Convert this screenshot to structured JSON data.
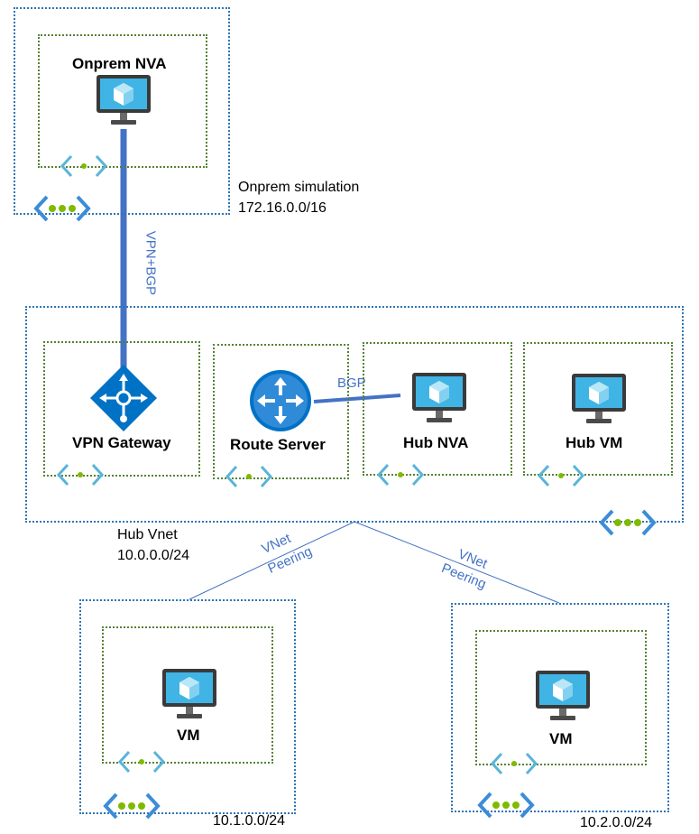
{
  "onprem": {
    "nva_label": "Onprem NVA",
    "name": "Onprem simulation",
    "cidr": "172.16.0.0/16"
  },
  "links": {
    "vpn": "VPN+BGP",
    "bgp": "BGP",
    "peering1_line1": "VNet",
    "peering1_line2": "Peering",
    "peering2_line1": "VNet",
    "peering2_line2": "Peering"
  },
  "hub": {
    "name": "Hub Vnet",
    "cidr": "10.0.0.0/24",
    "vpn_gateway": "VPN Gateway",
    "route_server": "Route Server",
    "hub_nva": "Hub NVA",
    "hub_vm": "Hub VM"
  },
  "spoke1": {
    "vm": "VM",
    "cidr": "10.1.0.0/24"
  },
  "spoke2": {
    "vm": "VM",
    "cidr": "10.2.0.0/24"
  },
  "colors": {
    "vnet_border": "#2e75b6",
    "subnet_border": "#548235",
    "link_blue": "#4472c4",
    "icon_blue": "#3c8dd8",
    "vnet_dots": "#7fba00"
  }
}
